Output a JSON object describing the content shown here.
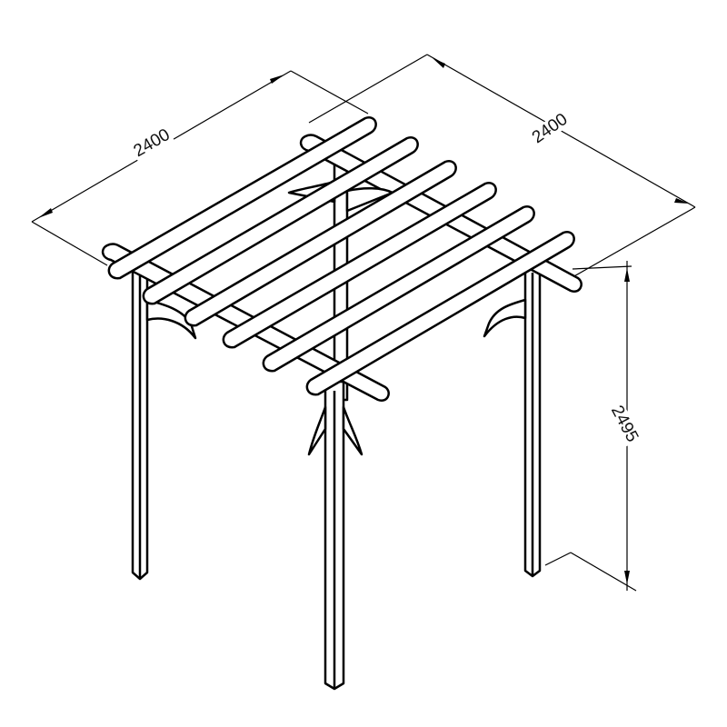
{
  "drawing": {
    "subject": "Pergola technical line drawing",
    "line_color": "#000000",
    "background_color": "#ffffff"
  },
  "dimensions": {
    "width": {
      "label": "2400",
      "unit": "mm"
    },
    "depth": {
      "label": "2400",
      "unit": "mm"
    },
    "height": {
      "label": "2495",
      "unit": "mm"
    }
  },
  "structure": {
    "posts": 4,
    "rafters": 6,
    "cross_beams": 2,
    "corner_brackets": 4
  }
}
